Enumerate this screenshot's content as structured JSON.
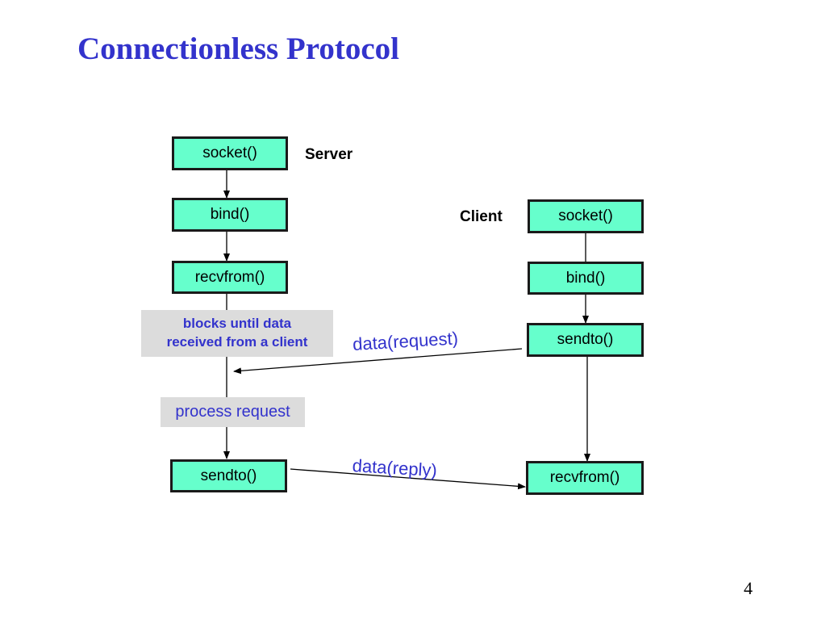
{
  "slide": {
    "title": "Connectionless Protocol",
    "page_number": "4"
  },
  "server": {
    "label": "Server",
    "steps": [
      "socket()",
      "bind()",
      "recvfrom()",
      "sendto()"
    ]
  },
  "client": {
    "label": "Client",
    "steps": [
      "socket()",
      "bind()",
      "sendto()",
      "recvfrom()"
    ]
  },
  "notes": {
    "blocks_line1": "blocks until data",
    "blocks_line2": "received from a client",
    "process": "process request"
  },
  "messages": {
    "request": "data(request)",
    "reply": "data(reply)"
  },
  "colors": {
    "title": "#3333cc",
    "box_fill": "#66ffcc",
    "box_border": "#1a1a1a",
    "note_fill": "#dcdcdc",
    "note_text": "#3333cc"
  }
}
